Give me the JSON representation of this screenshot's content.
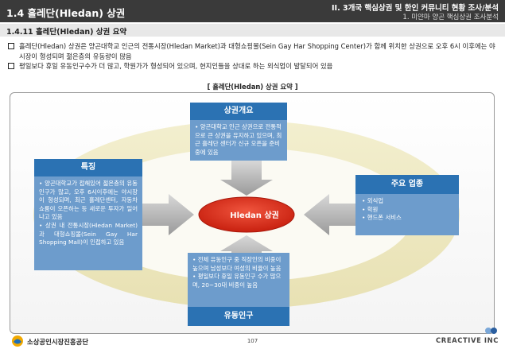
{
  "header": {
    "section_title": "1.4 흘레단(Hledan) 상권",
    "chapter": "II. 3개국 핵심상권 및 한인 커뮤니티 현황 조사/분석",
    "sub_chapter": "1. 미얀마 양곤 핵심상권 조사분석"
  },
  "subtitle": "1.4.11 흘레단(Hledan) 상권 요약",
  "bullets": [
    "흘레단(Hledan) 상권은 양곤대학교 인근의 전통시장(Hledan Market)과 대형쇼핑몰(Sein Gay Har Shopping Center)가 함께 위치한 상권으로 오후 6시 이후에는 야시장이 형성되며 젊은층의 유동량이 많음",
    "평일보다 휴일 유동인구수가 더 많고, 학원가가 형성되어 있으며, 현지인들을 상대로 하는 외식업이 발달되어 있음"
  ],
  "diagram": {
    "caption": "[ 흘레단(Hledan) 상권 요약 ]",
    "center": "Hledan 상권",
    "top": {
      "title": "상권개요",
      "text": "• 양곤대학교 인근 상권으로 전통적으로 큰 상권을 유지하고 있으며, 최근 흘레단 센터가 신규 오픈을 준비 중에 있음"
    },
    "left": {
      "title": "특징",
      "items": [
        "• 양곤대학교가 접해있어 젊은층의 유동인구가 많고, 오후 6시이후에는 야시장이 형성되며, 최근 흘레단센터, 자동차 쇼룸이 오픈하는 등 새로운 투자가 일어 나고 있음",
        "• 상권 내 전통시장(Hledan Market)과 대형쇼핑몰(Sein Gay Har Shopping Mall)이 인접하고 있음"
      ]
    },
    "right": {
      "title": "주요 업종",
      "items": [
        "• 외식업",
        "• 학원",
        "• 핸드폰 서비스"
      ]
    },
    "bottom": {
      "title": "유동인구",
      "items": [
        "• 전체 유동인구 중 직장인의 비중이 높으며 남성보다 여성의 비율이 높음",
        "• 평일보다 휴일 유동인구 수가 많으며, 20~30대 비중이 높음"
      ]
    }
  },
  "footer": {
    "org": "소상공인시장진흥공단",
    "page": "107",
    "brand": "CREACTIVE INC"
  },
  "colors": {
    "header_bg": "#3a3a3a",
    "box_head": "#2b72b3",
    "box_body": "#6d9ccc",
    "center_ellipse": "#e0301e",
    "ring": "#f1ecc8"
  }
}
